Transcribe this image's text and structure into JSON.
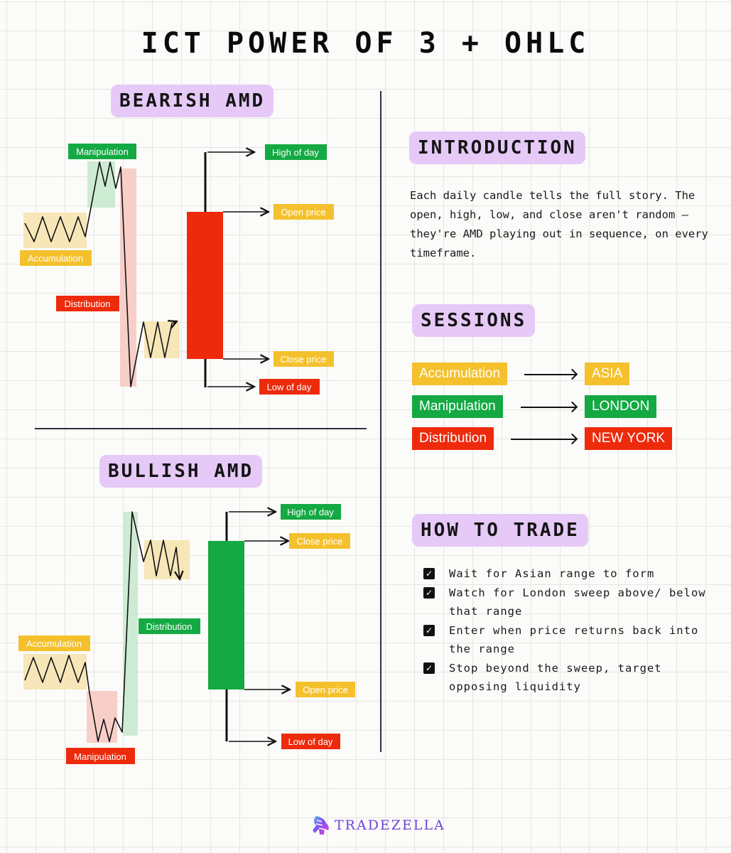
{
  "title": "ICT POWER OF 3 + OHLC",
  "bearish": {
    "heading": "BEARISH AMD",
    "labels": {
      "manipulation": "Manipulation",
      "accumulation": "Accumulation",
      "distribution": "Distribution",
      "high": "High of day",
      "open": "Open price",
      "close": "Close price",
      "low": "Low of day"
    }
  },
  "bullish": {
    "heading": "BULLISH AMD",
    "labels": {
      "high": "High of day",
      "close": "Close price",
      "distribution": "Distribution",
      "accumulation": "Accumulation",
      "open": "Open price",
      "low": "Low of day",
      "manipulation": "Manipulation"
    }
  },
  "introduction": {
    "heading": "INTRODUCTION",
    "body": "Each daily candle tells the full story. The open, high, low, and close aren't random — they're AMD playing out in sequence, on every timeframe."
  },
  "sessions": {
    "heading": "SESSIONS",
    "rows": [
      {
        "phase": "Accumulation",
        "session": "ASIA"
      },
      {
        "phase": "Manipulation",
        "session": "LONDON"
      },
      {
        "phase": "Distribution",
        "session": "NEW YORK"
      }
    ]
  },
  "how_to_trade": {
    "heading": "HOW TO TRADE",
    "steps": [
      "Wait for Asian range to form",
      "Watch for London sweep above/ below that range",
      "Enter when price returns back into the range",
      "Stop beyond the sweep, target opposing liquidity"
    ]
  },
  "footer": {
    "brand": "TRADEZELLA"
  },
  "colors": {
    "yellow": "#f4c12d",
    "green": "#14a943",
    "red": "#ee2a0c",
    "pill": "#e6c9f7",
    "brand": "#6f43d6"
  }
}
